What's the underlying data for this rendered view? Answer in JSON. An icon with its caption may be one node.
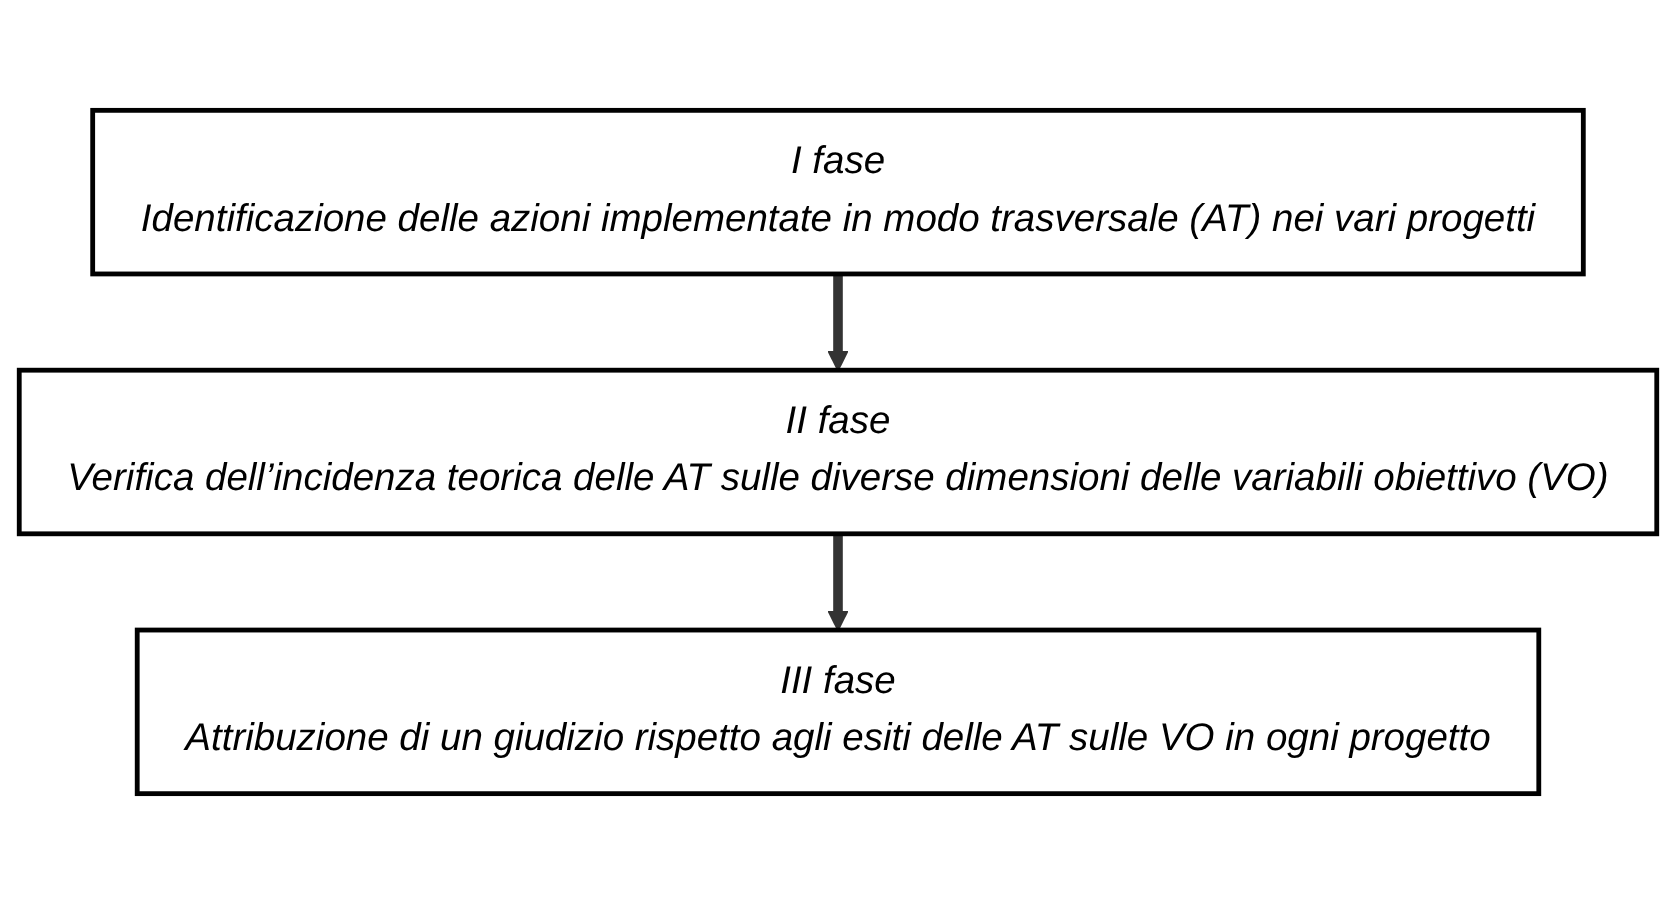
{
  "diagram": {
    "nodes": [
      {
        "text": [
          "I fase",
          "Identificazione delle azioni implementate in modo trasversale (AT) nei vari progetti"
        ]
      },
      {
        "text": [
          "II fase",
          "Verifica dell’incidenza teorica delle AT sulle diverse dimensioni delle variabili obiettivo (VO)"
        ]
      },
      {
        "text": [
          "III fase",
          "Attribuzione di un giudizio rispetto agli esiti delle AT sulle VO in ogni progetto"
        ]
      }
    ],
    "edges": [
      {
        "from": 0,
        "to": 1,
        "arrow": "to"
      },
      {
        "from": 1,
        "to": 2,
        "arrow": "to"
      }
    ]
  }
}
